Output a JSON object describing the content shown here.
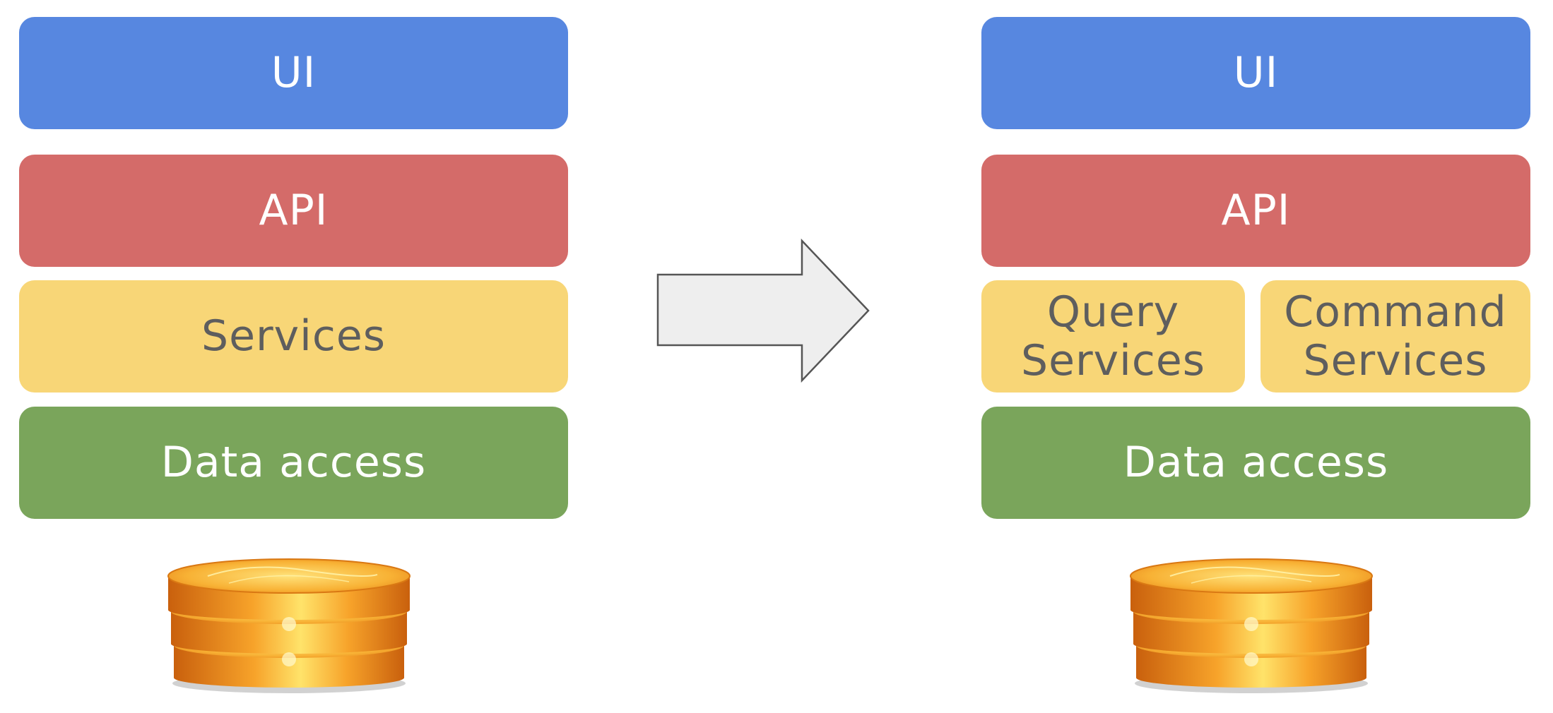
{
  "before": {
    "ui": "UI",
    "api": "API",
    "services": "Services",
    "data_access": "Data access"
  },
  "after": {
    "ui": "UI",
    "api": "API",
    "query_services": [
      "Query",
      "Services"
    ],
    "command_services": [
      "Command",
      "Services"
    ],
    "data_access": "Data access"
  },
  "colors": {
    "ui": "#5787e0",
    "api": "#d46b69",
    "services": "#f8d677",
    "data_access": "#7aa55b",
    "arrow_fill": "#eeeeee",
    "database": "#f39a20"
  },
  "icons": {
    "transition": "right-arrow-icon",
    "database": "database-stack-icon"
  }
}
